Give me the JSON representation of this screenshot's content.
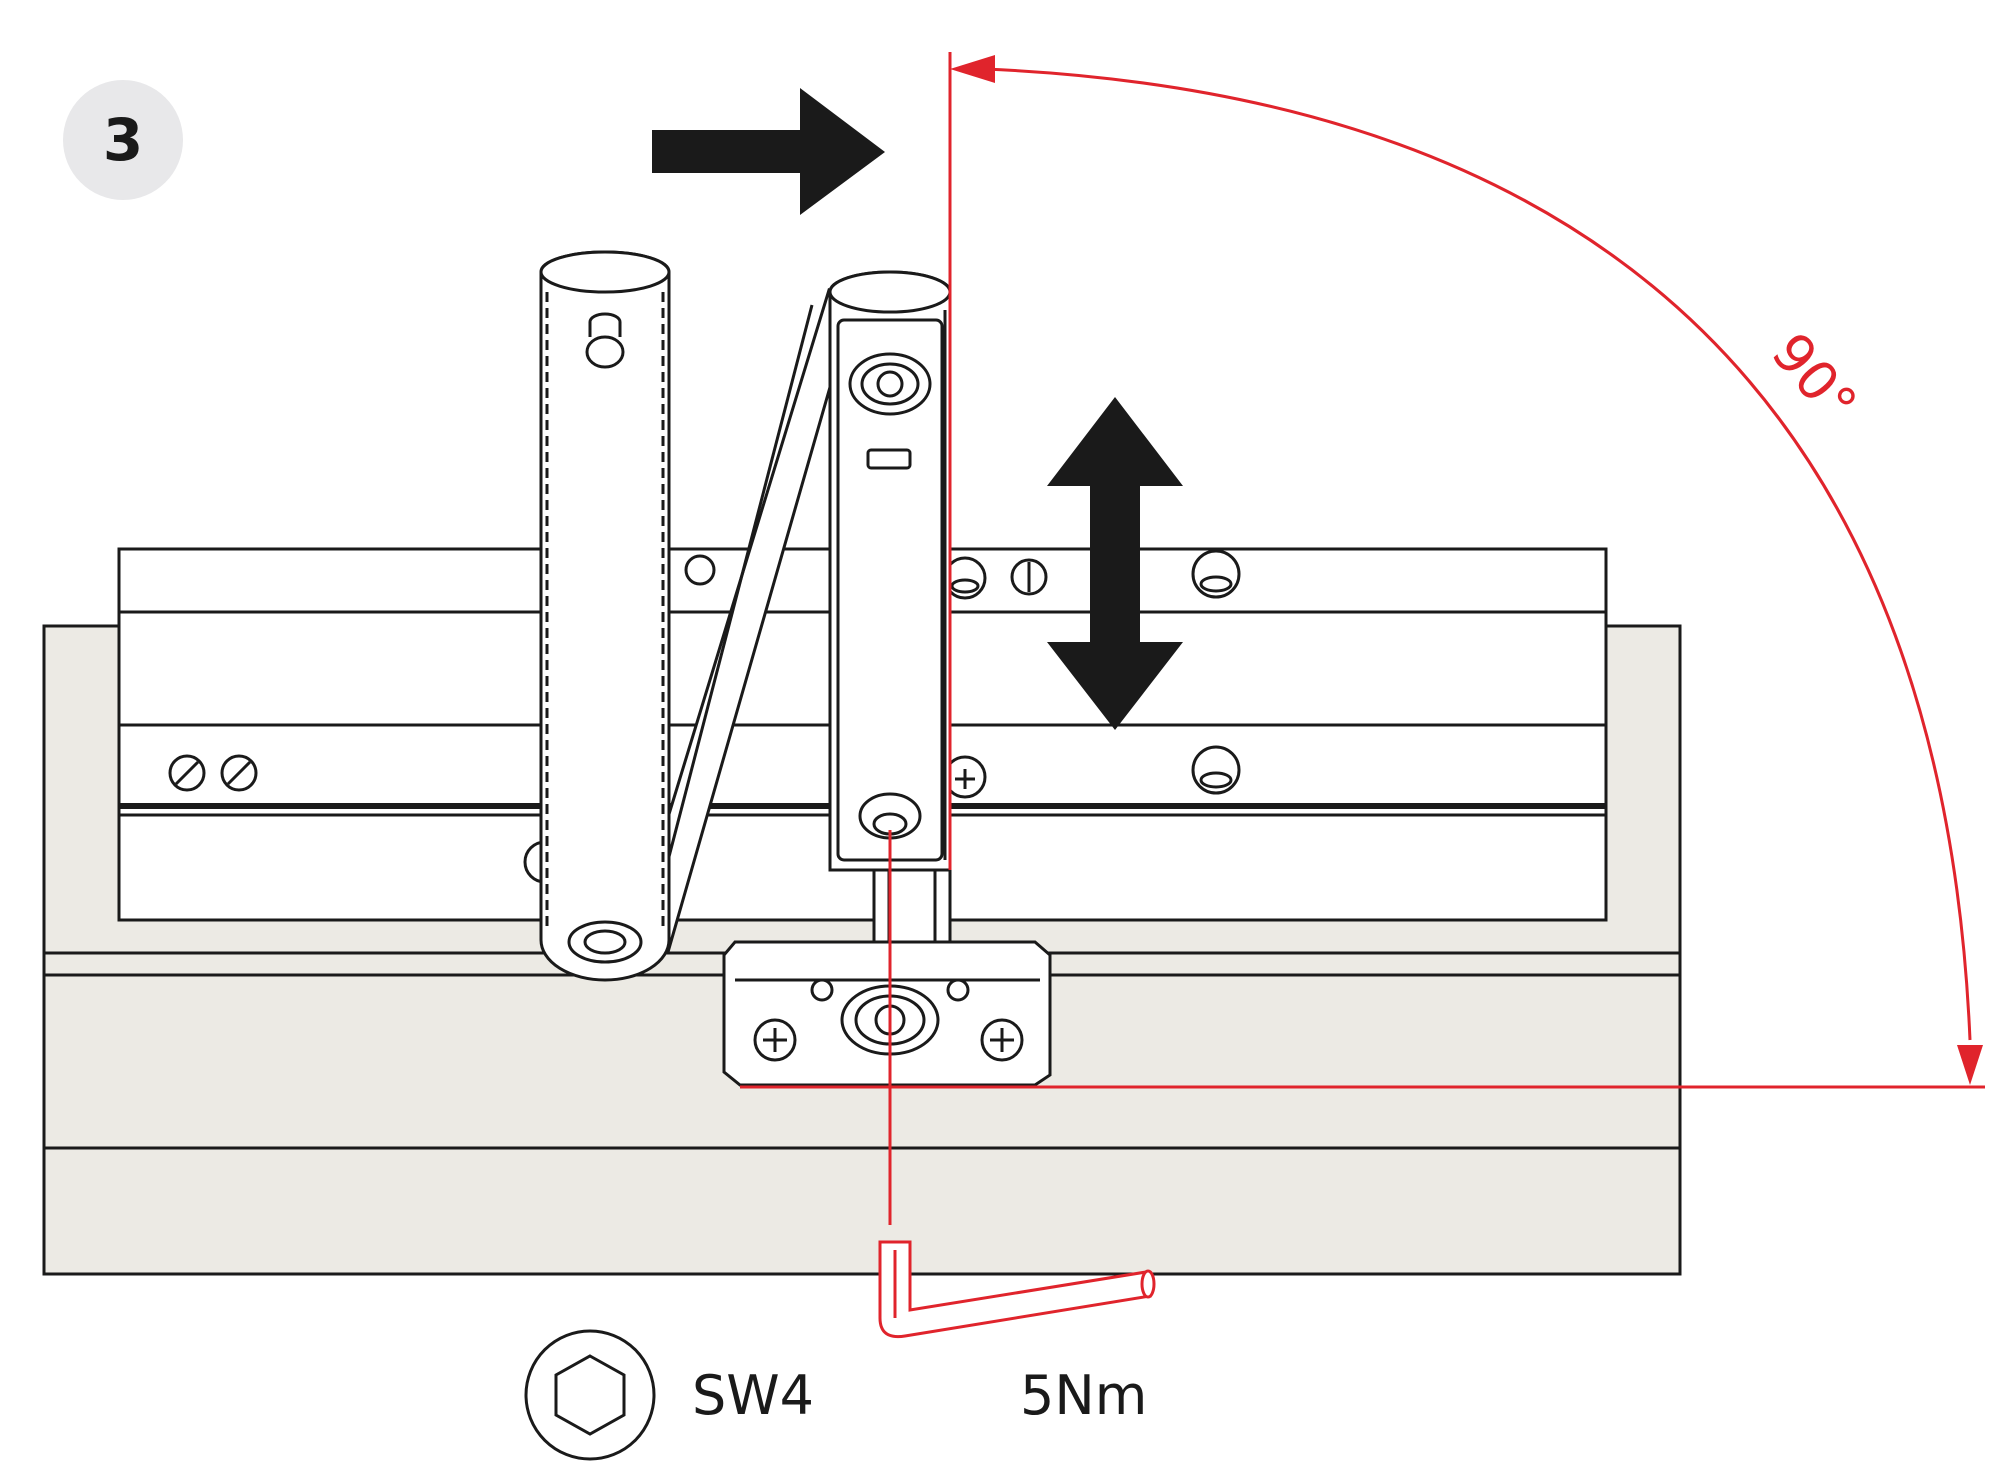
{
  "step": {
    "number": "3",
    "badge_fill": "#e8e8ea"
  },
  "angle": {
    "label": "90°"
  },
  "tool": {
    "hex_key_size": "SW4",
    "torque": "5Nm"
  },
  "icons": {
    "push_direction": "arrow-right-icon",
    "height_adjust": "double-arrow-vertical-icon",
    "hex_socket": "hex-socket-icon",
    "allen_key": "allen-key-icon"
  },
  "colors": {
    "annotation_red": "#e0242c",
    "line_black": "#1a1a1a",
    "wall_fill": "#eceae4",
    "step_badge": "#e8e8ea"
  }
}
